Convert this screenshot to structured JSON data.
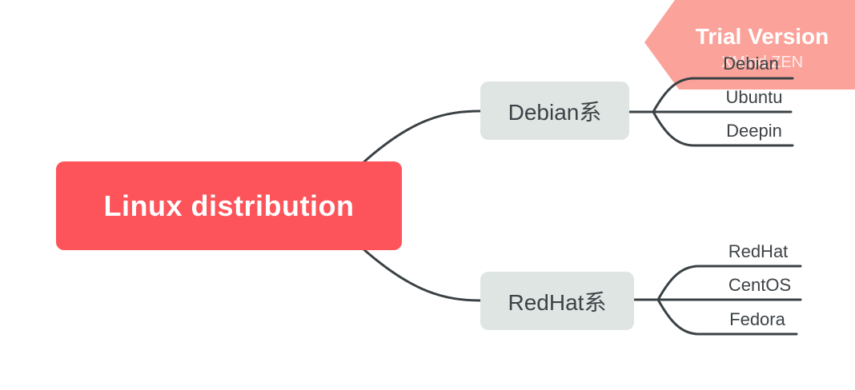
{
  "watermark": {
    "title": "Trial Version",
    "subtitle": "XMind ZEN",
    "banner_color": "#FBA39A",
    "text_color": "#ffffff"
  },
  "mindmap": {
    "root": {
      "label": "Linux distribution",
      "fill": "#FC545A",
      "text_color": "#ffffff"
    },
    "branches": [
      {
        "label": "Debian系",
        "fill": "#DFE5E2",
        "text_color": "#3C4246",
        "children": [
          "Debian",
          "Ubuntu",
          "Deepin"
        ]
      },
      {
        "label": "RedHat系",
        "fill": "#DFE5E2",
        "text_color": "#3C4246",
        "children": [
          "RedHat",
          "CentOS",
          "Fedora"
        ]
      }
    ],
    "line_color": "#3A4145"
  }
}
